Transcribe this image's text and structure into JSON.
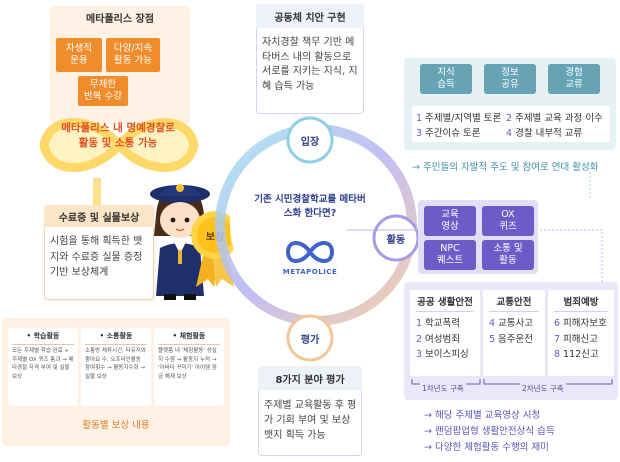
{
  "meta_strengths": {
    "title": "메타폴리스 장점",
    "buttons": [
      {
        "line1": "자생적",
        "line2": "운용"
      },
      {
        "line1": "다양/지속",
        "line2": "활동 가능"
      },
      {
        "line1": "무제한",
        "line2": "반복 수강"
      }
    ],
    "banner_line1": "메타폴리스 내 명예경찰로",
    "banner_line2": "활동 및 소통 가능"
  },
  "reward": {
    "title": "수료증 및 실물보상",
    "body": "시험을 통해 획득한 뱃지와 수료증 실물 증정 기반 보상체계",
    "badge": "보상"
  },
  "activities": {
    "columns": [
      {
        "head": "• 학습활동",
        "body": "모든 주제별 학습 완료 + 주제별 OX 퀴즈 통과 → 메타경찰 자격 부여 및 실물 보상"
      },
      {
        "head": "• 소통활동",
        "body": "소통방 체류시간, 타유저와 좋아요 수, 오프라인활동 참여횟수 → 활동지수화 → 실물 보상"
      },
      {
        "head": "• 체험활동",
        "body": "플랫폼 내 '체험활동' 성실히 수행 → 활동지 누적 → '아바타 꾸미기' 아이템 점금 해제 보상"
      }
    ],
    "caption": "활동별 보상 내용"
  },
  "community": {
    "title": "공동체 치안 구현",
    "body": "자치경찰 책무 기반 메타버스 내의 활동으로 서로를 지키는 지식, 지혜 습득 가능"
  },
  "cycle": {
    "nodes": {
      "entry": "입장",
      "activity": "활동",
      "evaluation": "평가"
    },
    "question": "기존 시민경찰학교를 메타버스화 한다면?",
    "logo": "METAPOLICE"
  },
  "evaluation": {
    "title": "8가지 분야 평가",
    "body": "주제별 교육활동 후 평가 기회 부여 및 보상 뱃지 획득 가능"
  },
  "knowledge": {
    "buttons": [
      {
        "line1": "지식",
        "line2": "습득"
      },
      {
        "line1": "정보",
        "line2": "공유"
      },
      {
        "line1": "경험",
        "line2": "교류"
      }
    ],
    "items": [
      {
        "num": "1",
        "text": "주제별/지역별 토론"
      },
      {
        "num": "2",
        "text": "주제별 교육 과정 이수"
      },
      {
        "num": "3",
        "text": "주간이슈 토론"
      },
      {
        "num": "4",
        "text": "경찰 내부적 교류"
      }
    ],
    "summary": "→ 주민들의 자발적 주도 및 참여로 연대 활성화"
  },
  "activity_types": {
    "buttons": [
      {
        "line1": "교육",
        "line2": "영상"
      },
      {
        "line1": "OX",
        "line2": "퀴즈"
      },
      {
        "line1": "NPC",
        "line2": "퀘스트"
      },
      {
        "line1": "소통 및",
        "line2": "활동"
      }
    ]
  },
  "safety": {
    "columns": [
      {
        "head": "공공 생활안전",
        "items": [
          {
            "num": "1",
            "text": "학교폭력"
          },
          {
            "num": "2",
            "text": "여성범죄"
          },
          {
            "num": "3",
            "text": "보이스피싱"
          }
        ]
      },
      {
        "head": "교통안전",
        "items": [
          {
            "num": "4",
            "text": "교통사고"
          },
          {
            "num": "5",
            "text": "음주운전"
          }
        ]
      },
      {
        "head": "범죄예방",
        "items": [
          {
            "num": "6",
            "text": "피해자보호"
          },
          {
            "num": "7",
            "text": "피해신고"
          },
          {
            "num": "8",
            "text": "112신고"
          }
        ]
      }
    ],
    "year1": "1차년도 구축",
    "year2": "2차년도 구축",
    "bullets": [
      "→ 해당 주제별 교육영상 시청",
      "→ 랜덤팝업형 생활안전상식 습득",
      "→ 다양한 체험활동 수행의 재미"
    ]
  },
  "colors": {
    "orange": "#ef8c2c",
    "teal": "#66a3b5",
    "purple": "#6d5cc7",
    "navy": "#2e3d8c"
  }
}
